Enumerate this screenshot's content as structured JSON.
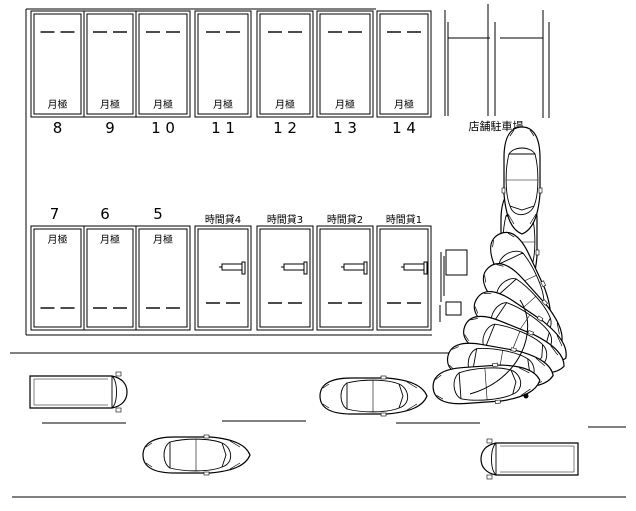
{
  "top_row": [
    {
      "number": "8",
      "label": "月極"
    },
    {
      "number": "9",
      "label": "月極"
    },
    {
      "number": "10",
      "label": "月極"
    },
    {
      "number": "11",
      "label": "月極"
    },
    {
      "number": "12",
      "label": "月極"
    },
    {
      "number": "13",
      "label": "月極"
    },
    {
      "number": "14",
      "label": "月極"
    }
  ],
  "store_parking_label": "店舗駐車場",
  "bottom_monthly": [
    {
      "number": "7",
      "label": "月極"
    },
    {
      "number": "6",
      "label": "月極"
    },
    {
      "number": "5",
      "label": "月極"
    }
  ],
  "hourly": [
    {
      "label": "時間貸4"
    },
    {
      "label": "時間貸3"
    },
    {
      "label": "時間貸2"
    },
    {
      "label": "時間貸1"
    }
  ]
}
